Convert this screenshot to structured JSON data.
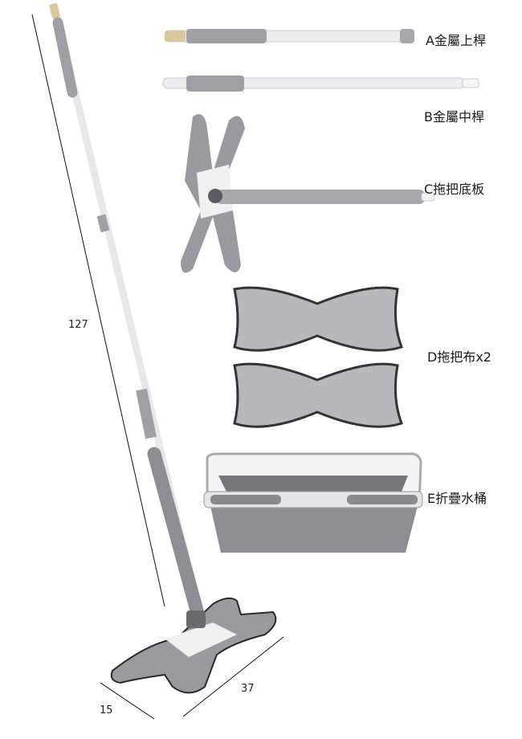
{
  "parts": [
    {
      "id": "A",
      "label": "A金屬上桿"
    },
    {
      "id": "B",
      "label": "B金屬中桿"
    },
    {
      "id": "C",
      "label": "C拖把底板"
    },
    {
      "id": "D",
      "label": "D拖把布x2"
    },
    {
      "id": "E",
      "label": "E折疊水桶"
    }
  ],
  "dimensions": {
    "height": "127",
    "depth": "15",
    "width": "37"
  },
  "colors": {
    "grey": "#9a9a9e",
    "light": "#e6e6e8",
    "dark": "#5c5c60",
    "gold": "#d8c79a"
  }
}
